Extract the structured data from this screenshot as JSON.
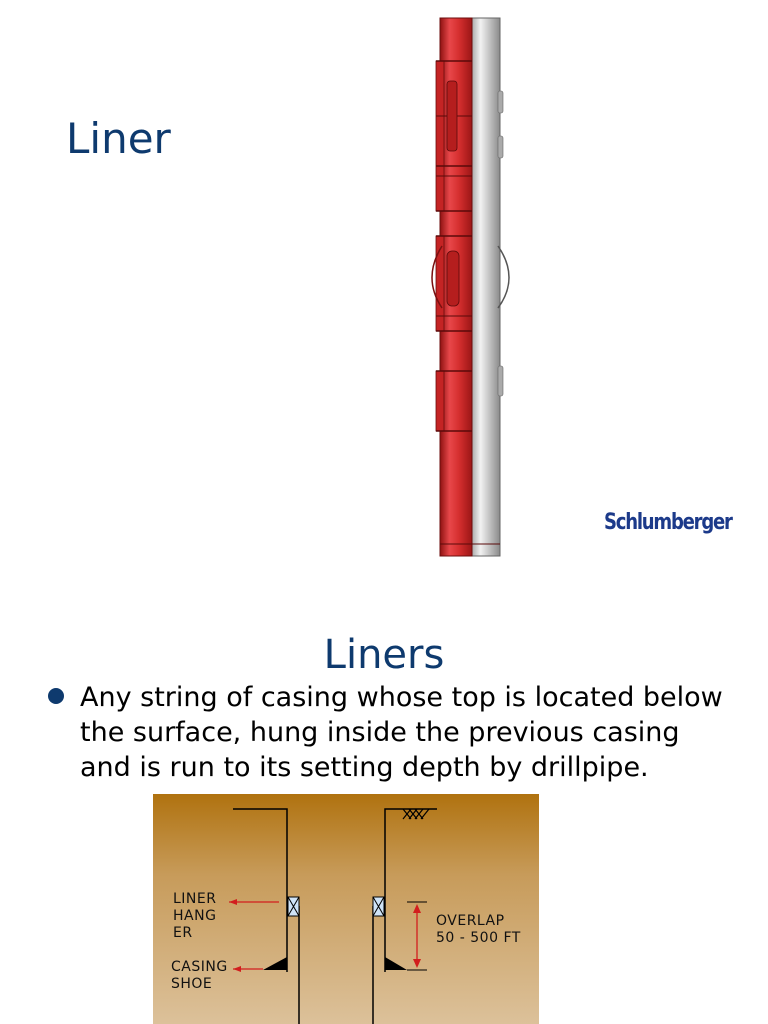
{
  "slide1": {
    "title": "Liner",
    "logo_text": "Schlumberger",
    "colors": {
      "title": "#0e3a6e",
      "tool_body": "#d42e2e",
      "tool_pipe": "#c6c6c6",
      "logo": "#1c3a8a"
    }
  },
  "slide2": {
    "title": "Liners",
    "bullets": [
      "Any string of casing whose top is located below the surface, hung inside the previous casing and is run to its setting depth by drillpipe."
    ],
    "diagram": {
      "labels": {
        "liner_hanger": "LINER\nHANG\nER",
        "casing_shoe": "CASING\nSHOE",
        "overlap": "OVERLAP\n50 - 500 FT"
      },
      "colors": {
        "ground_top": "#b0720f",
        "ground_bottom": "#dcc19a",
        "arrow": "#d21e1e",
        "hanger": "#cfe3f7"
      }
    }
  }
}
